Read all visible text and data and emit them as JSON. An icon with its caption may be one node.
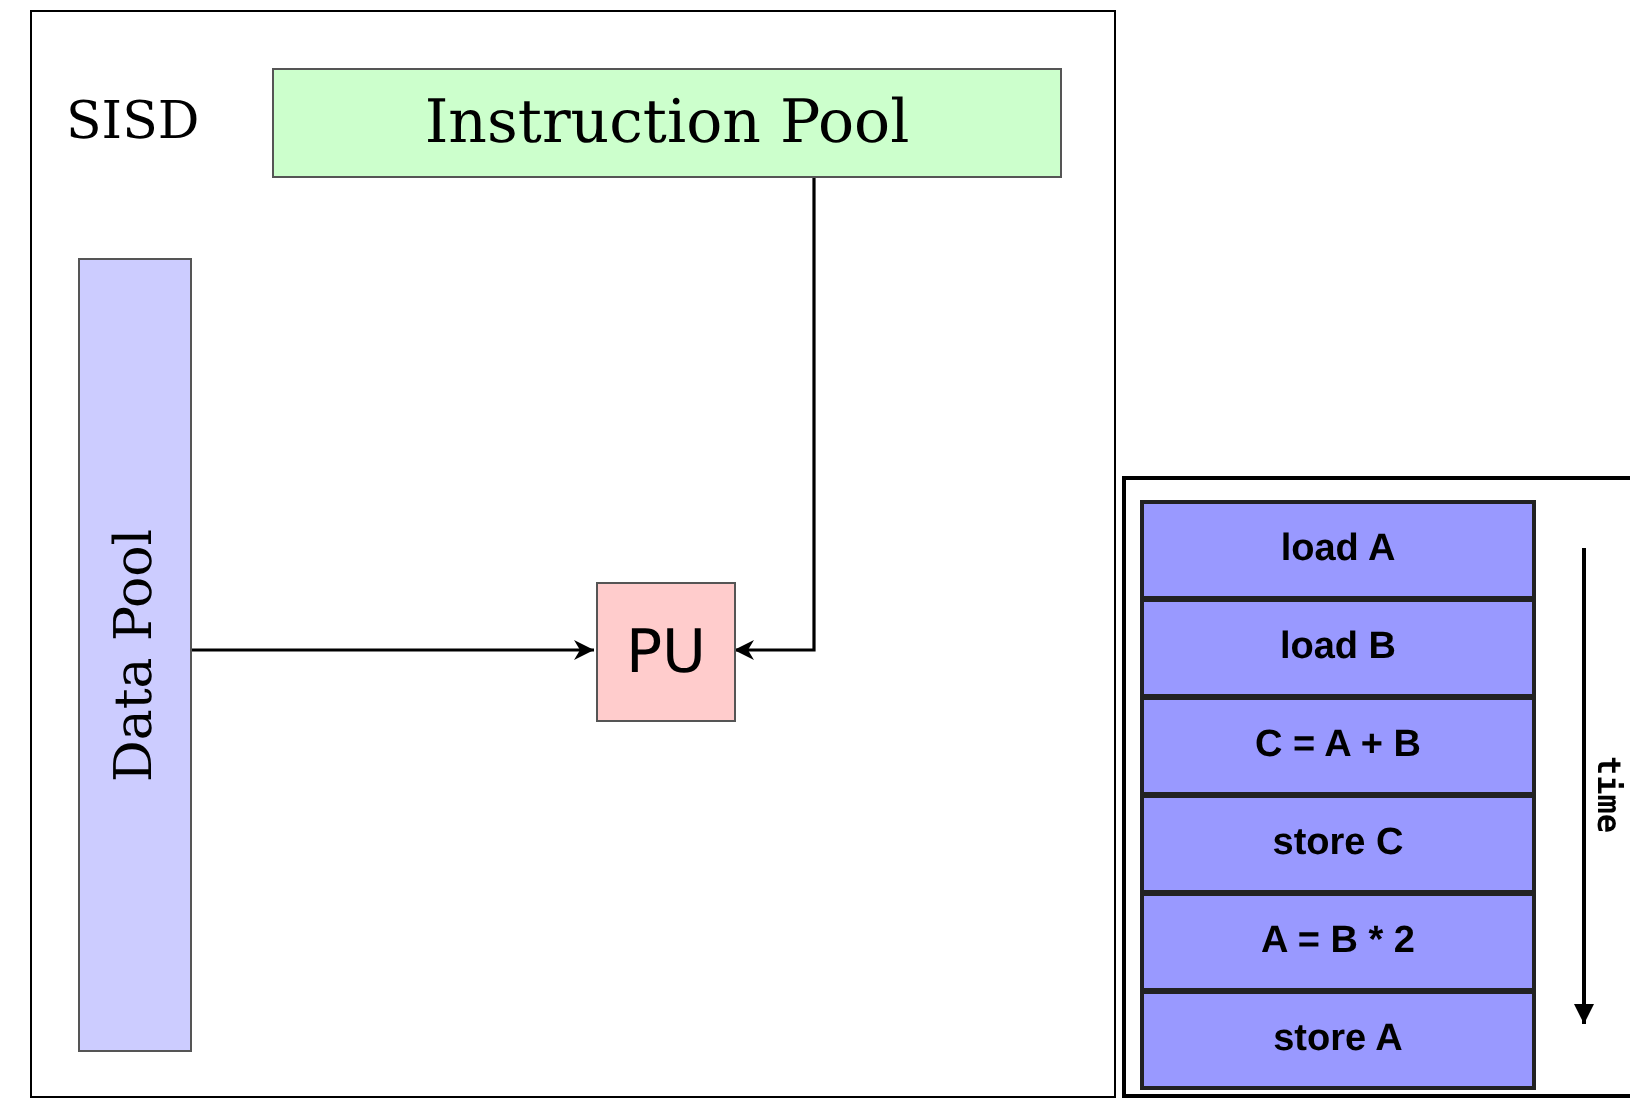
{
  "diagram": {
    "nodes": [
      {
        "text": [
          "SISD"
        ]
      },
      {
        "text": [
          "Instruction Pool"
        ],
        "in": 0
      },
      {
        "text": [
          "Data Pool"
        ],
        "in": 0
      },
      {
        "text": [
          "PU"
        ],
        "in": 0
      },
      {
        "text": [],
        "shape": "box"
      },
      {
        "text": [
          "load A"
        ],
        "in": 4
      },
      {
        "text": [
          "load B"
        ],
        "in": 4
      },
      {
        "text": [
          "C = A + B"
        ],
        "in": 4
      },
      {
        "text": [
          "store C"
        ],
        "in": 4
      },
      {
        "text": [
          "A = B * 2"
        ],
        "in": 4
      },
      {
        "text": [
          "store A"
        ],
        "in": 4
      }
    ],
    "edges": [
      {
        "from": 2,
        "to": 3,
        "arrow": "to"
      },
      {
        "from": 1,
        "to": 3,
        "arrow": "to"
      }
    ],
    "labels": [
      "time"
    ]
  }
}
